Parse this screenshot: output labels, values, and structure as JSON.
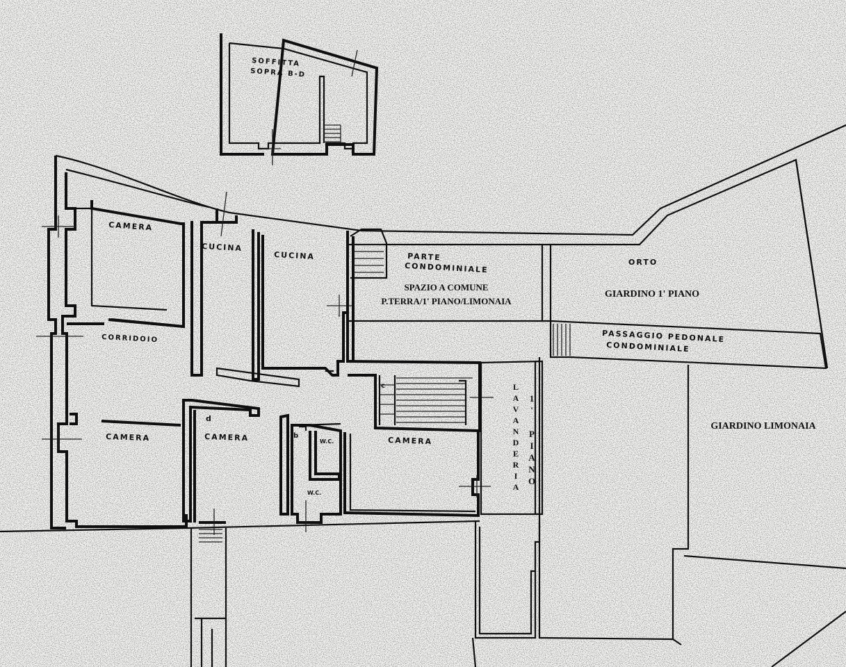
{
  "labels": {
    "soffitta": [
      "SOFFITTA",
      "SOPRA B-D"
    ],
    "camera_top": "CAMERA",
    "cucina_1": "CUCINA",
    "cucina_2": "CUCINA",
    "corridoio": "CORRIDOIO",
    "camera_left": "CAMERA",
    "camera_mid": "CAMERA",
    "camera_right": "CAMERA",
    "wc_1": "W.C.",
    "wc_2": "W.C.",
    "parte_condominiale": [
      "PARTE",
      "CONDOMINIALE"
    ],
    "spazio_comune": [
      "SPAZIO A COMUNE",
      "P.TERRA/1' PIANO/LIMONAIA"
    ],
    "orto": "ORTO",
    "giardino_1_piano": "GIARDINO 1' PIANO",
    "passaggio": [
      "PASSAGGIO PEDONALE",
      "CONDOMINIALE"
    ],
    "lavanderia": "LAVANDERIA",
    "primo_piano": "1' PIANO",
    "giardino_limonaia": "GIARDINO LIMONAIA",
    "mark_b": "b",
    "mark_d": "d",
    "mark_c": "c"
  },
  "colors": {
    "ink": "#111111",
    "paper": "#f7f7f5"
  }
}
